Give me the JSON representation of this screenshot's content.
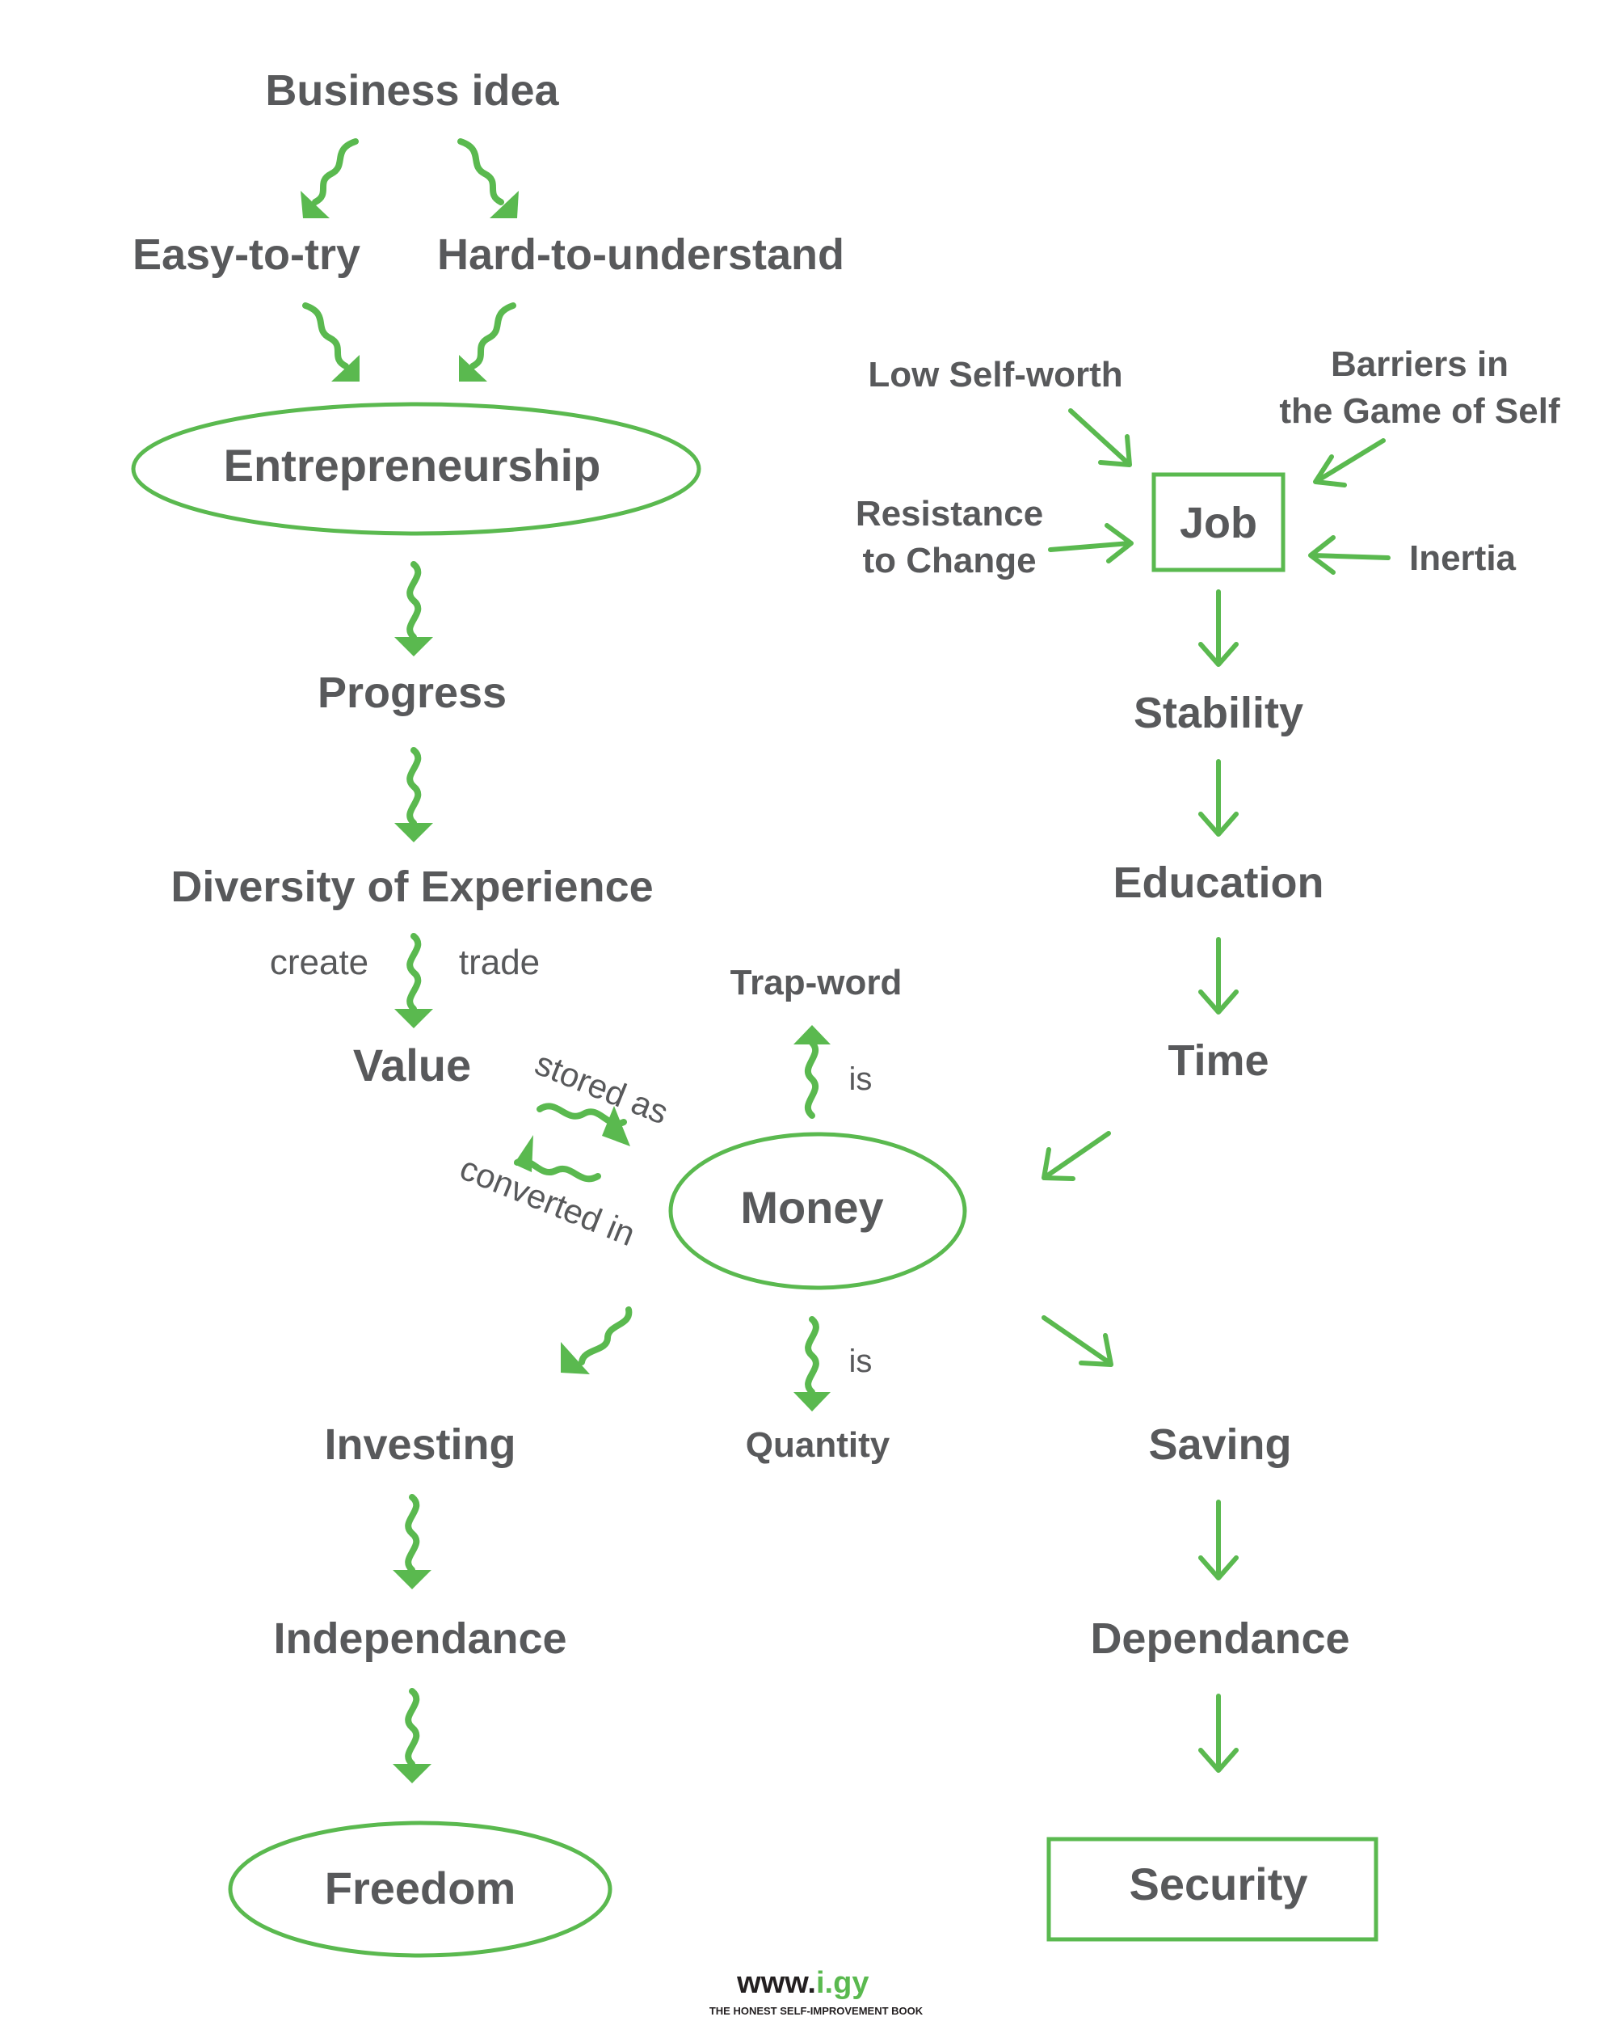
{
  "left_chain": {
    "business_idea": "Business idea",
    "easy_to_try": "Easy-to-try",
    "hard_to_understand": "Hard-to-understand",
    "entrepreneurship": "Entrepreneurship",
    "progress": "Progress",
    "diversity": "Diversity of Experience",
    "create": "create",
    "trade": "trade",
    "value": "Value",
    "stored_as": "stored as",
    "converted_in": "converted in",
    "investing": "Investing",
    "independance": "Independance",
    "freedom": "Freedom"
  },
  "right_chain": {
    "low_self_worth": "Low Self-worth",
    "barriers_line1": "Barriers in",
    "barriers_line2": "the Game of Self",
    "resistance_line1": "Resistance",
    "resistance_line2": "to Change",
    "inertia": "Inertia",
    "job": "Job",
    "stability": "Stability",
    "education": "Education",
    "time": "Time",
    "saving": "Saving",
    "dependance": "Dependance",
    "security": "Security"
  },
  "center": {
    "money": "Money",
    "trap_word": "Trap-word",
    "is_up": "is",
    "is_down": "is",
    "quantity": "Quantity"
  },
  "footer": {
    "url_prefix": "www.",
    "url_domain": "i.gy",
    "tagline": "THE HONEST SELF-IMPROVEMENT BOOK"
  },
  "colors": {
    "accent": "#5ab94f",
    "text": "#58595b"
  }
}
